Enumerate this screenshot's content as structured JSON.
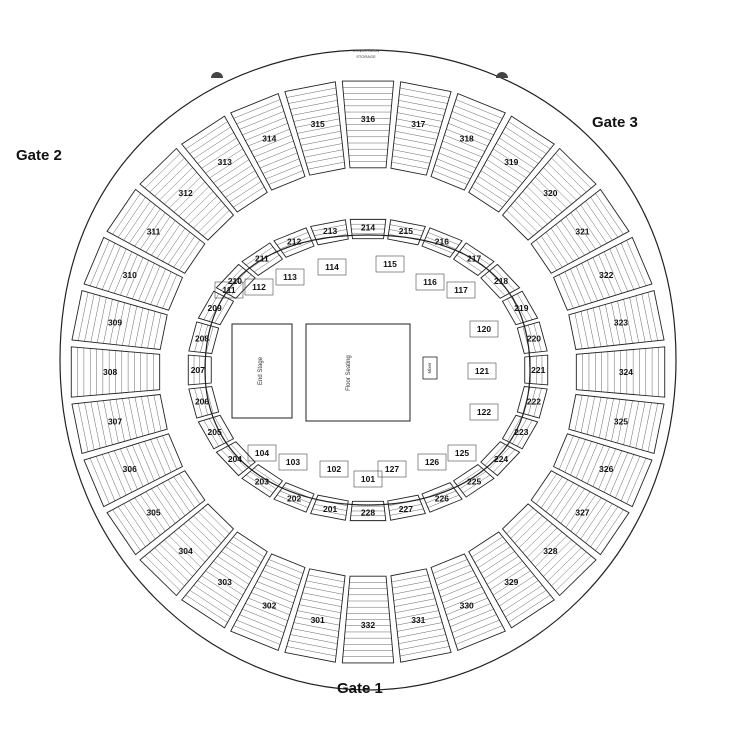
{
  "gates": {
    "gate1": "Gate 1",
    "gate2": "Gate 2",
    "gate3": "Gate 3"
  },
  "labels": {
    "concession": "CONCESSION",
    "storage": "STORAGE",
    "end_stage": "End Stage",
    "floor_seating": "Floor Seating",
    "mixer": "Mixer"
  },
  "sections": {
    "upper": [
      "301",
      "302",
      "303",
      "304",
      "305",
      "306",
      "307",
      "308",
      "309",
      "310",
      "311",
      "312",
      "313",
      "314",
      "315",
      "316",
      "317",
      "318",
      "319",
      "320",
      "321",
      "322",
      "323",
      "324",
      "325",
      "326",
      "327",
      "328",
      "329",
      "330",
      "331",
      "332"
    ],
    "middle": [
      "201",
      "202",
      "203",
      "204",
      "205",
      "206",
      "207",
      "208",
      "209",
      "210",
      "211",
      "212",
      "213",
      "214",
      "215",
      "216",
      "217",
      "218",
      "219",
      "220",
      "221",
      "222",
      "223",
      "224",
      "225",
      "226",
      "227",
      "228"
    ],
    "lower": [
      "101",
      "102",
      "103",
      "104",
      "111",
      "112",
      "113",
      "114",
      "115",
      "116",
      "117",
      "120",
      "121",
      "122",
      "125",
      "126",
      "127"
    ]
  },
  "colors": {
    "line": "#222222",
    "background": "#ffffff"
  }
}
